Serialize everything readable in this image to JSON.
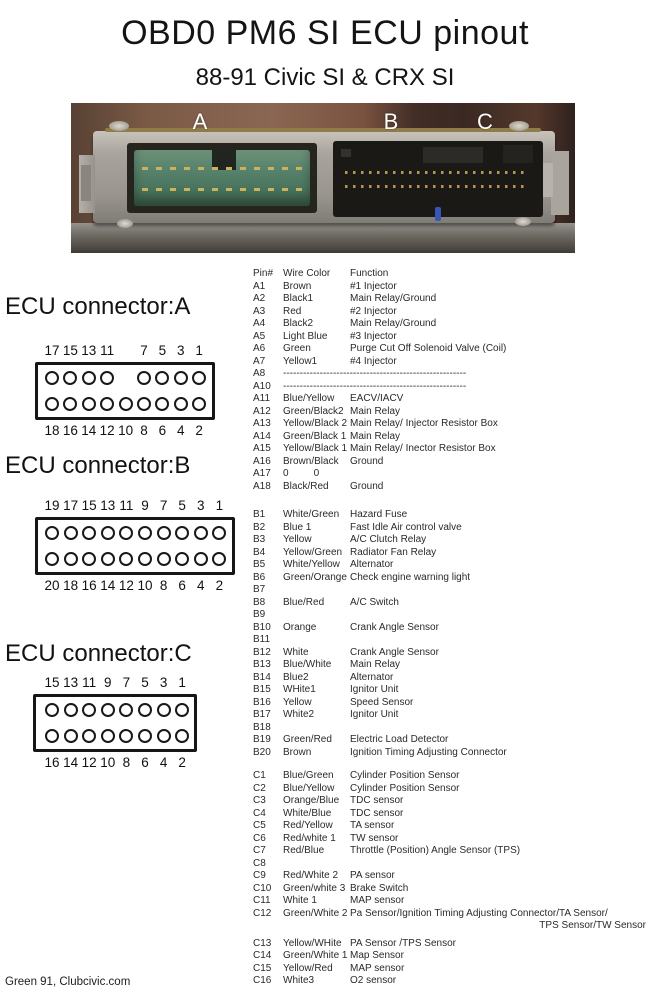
{
  "title": "OBD0 PM6 SI ECU pinout",
  "subtitle": "88-91 Civic SI & CRX SI",
  "photo": {
    "labels": [
      "A",
      "B",
      "C"
    ]
  },
  "connectors": [
    {
      "id": "A",
      "heading": "ECU connector:A",
      "top_labels": [
        "17",
        "15",
        "13",
        "11",
        "7",
        "5",
        "3",
        "1"
      ],
      "top_slots": [
        0,
        1,
        2,
        3,
        5,
        6,
        7,
        8
      ],
      "bottom_labels": [
        "18",
        "16",
        "14",
        "12",
        "10",
        "8",
        "6",
        "4",
        "2"
      ],
      "bottom_slots": [
        0,
        1,
        2,
        3,
        4,
        5,
        6,
        7,
        8
      ]
    },
    {
      "id": "B",
      "heading": "ECU connector:B",
      "top_labels": [
        "19",
        "17",
        "15",
        "13",
        "11",
        "9",
        "7",
        "5",
        "3",
        "1"
      ],
      "top_slots": [
        0,
        1,
        2,
        3,
        4,
        5,
        6,
        7,
        8,
        9
      ],
      "bottom_labels": [
        "20",
        "18",
        "16",
        "14",
        "12",
        "10",
        "8",
        "6",
        "4",
        "2"
      ],
      "bottom_slots": [
        0,
        1,
        2,
        3,
        4,
        5,
        6,
        7,
        8,
        9
      ]
    },
    {
      "id": "C",
      "heading": "ECU connector:C",
      "top_labels": [
        "15",
        "13",
        "11",
        "9",
        "7",
        "5",
        "3",
        "1"
      ],
      "top_slots": [
        0,
        1,
        2,
        3,
        4,
        5,
        6,
        7
      ],
      "bottom_labels": [
        "16",
        "14",
        "12",
        "10",
        "8",
        "6",
        "4",
        "2"
      ],
      "bottom_slots": [
        0,
        1,
        2,
        3,
        4,
        5,
        6,
        7
      ]
    }
  ],
  "pin_table": {
    "headers": [
      "Pin#",
      "Wire Color",
      "Function"
    ],
    "sections": [
      {
        "gap": 0,
        "rows": [
          [
            "A1",
            "Brown",
            "#1 Injector"
          ],
          [
            "A2",
            "Black1",
            "Main Relay/Ground"
          ],
          [
            "A3",
            "Red",
            "#2 Injector"
          ],
          [
            "A4",
            "Black2",
            "Main Relay/Ground"
          ],
          [
            "A5",
            "Light Blue",
            "#3 Injector"
          ],
          [
            "A6",
            "Green",
            "Purge Cut Off Solenoid Valve (Coil)"
          ],
          [
            "A7",
            "Yellow1",
            "#4 Injector"
          ],
          [
            "A8",
            "-------------------------------------------------------",
            ""
          ],
          [
            "A10",
            "-------------------------------------------------------",
            ""
          ],
          [
            "A11",
            "Blue/Yellow",
            "EACV/IACV"
          ],
          [
            "A12",
            "Green/Black2",
            "Main Relay"
          ],
          [
            "A13",
            "Yellow/Black 2",
            "Main Relay/ Injector Resistor Box"
          ],
          [
            "A14",
            "Green/Black 1",
            "Main Relay"
          ],
          [
            "A15",
            "Yellow/Black 1",
            "Main Relay/ Inector Resistor Box"
          ],
          [
            "A16",
            "Brown/Black",
            "Ground"
          ],
          [
            "A17",
            "0         0",
            ""
          ],
          [
            "A18",
            "Black/Red",
            "Ground"
          ]
        ]
      },
      {
        "gap": 16,
        "rows": [
          [
            "B1",
            "White/Green",
            "Hazard Fuse"
          ],
          [
            "B2",
            "Blue 1",
            "Fast Idle Air control valve"
          ],
          [
            "B3",
            "Yellow",
            "A/C Clutch Relay"
          ],
          [
            "B4",
            "Yellow/Green",
            "Radiator Fan Relay"
          ],
          [
            "B5",
            "White/Yellow",
            "Alternator"
          ],
          [
            "B6",
            "Green/Orange",
            "Check engine warning light"
          ],
          [
            "B7",
            "",
            ""
          ],
          [
            "B8",
            "Blue/Red",
            "A/C Switch"
          ],
          [
            "B9",
            "",
            ""
          ],
          [
            "B10",
            "Orange",
            "Crank Angle Sensor"
          ],
          [
            "B11",
            "",
            ""
          ],
          [
            "B12",
            "White",
            "Crank Angle Sensor"
          ],
          [
            "B13",
            "Blue/White",
            "Main Relay"
          ],
          [
            "B14",
            "Blue2",
            "Alternator"
          ],
          [
            "B15",
            "WHite1",
            "Ignitor Unit"
          ],
          [
            "B16",
            "Yellow",
            "Speed Sensor"
          ],
          [
            "B17",
            "White2",
            "Ignitor Unit"
          ],
          [
            "B18",
            "",
            ""
          ],
          [
            "B19",
            "Green/Red",
            "Electric Load Detector"
          ],
          [
            "B20",
            "Brown",
            "Ignition Timing Adjusting Connector"
          ]
        ]
      },
      {
        "gap": 11,
        "rows": [
          [
            "C1",
            "Blue/Green",
            "Cylinder Position Sensor"
          ],
          [
            "C2",
            "Blue/Yellow",
            "Cylinder Position Sensor"
          ],
          [
            "C3",
            "Orange/Blue",
            "TDC sensor"
          ],
          [
            "C4",
            "White/Blue",
            "TDC sensor"
          ],
          [
            "C5",
            "Red/Yellow",
            "TA sensor"
          ],
          [
            "C6",
            "Red/white 1",
            "TW sensor"
          ],
          [
            "C7",
            "Red/Blue",
            "Throttle (Position) Angle Sensor (TPS)"
          ],
          [
            "C8",
            "",
            ""
          ],
          [
            "C9",
            "Red/White 2",
            "PA sensor"
          ],
          [
            "C10",
            "Green/white 3",
            "Brake Switch"
          ],
          [
            "C11",
            "White 1",
            "MAP sensor"
          ],
          [
            "C12",
            "Green/White 2",
            "Pa Sensor/Ignition Timing Adjusting Connector/TA Sensor/",
            "TPS Sensor/TW Sensor"
          ]
        ]
      },
      {
        "gap": 5,
        "rows": [
          [
            "C13",
            "Yellow/WHite",
            "PA Sensor /TPS Sensor"
          ],
          [
            "C14",
            "Green/White 1",
            "Map Sensor"
          ],
          [
            "C15",
            "Yellow/Red",
            "MAP sensor"
          ],
          [
            "C16",
            "White3",
            "O2 sensor"
          ]
        ]
      }
    ]
  },
  "footer": "Green 91, Clubcivic.com"
}
